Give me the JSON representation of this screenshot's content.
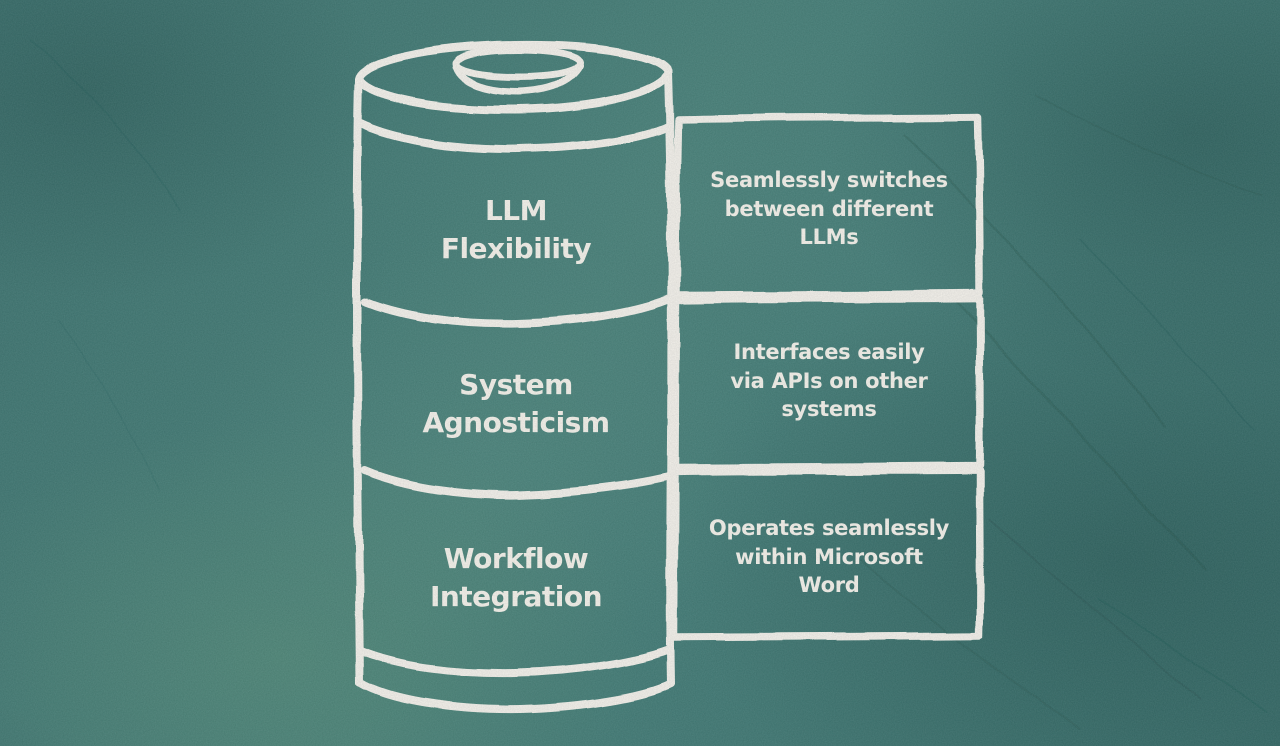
{
  "diagram": {
    "type": "segmented-cylinder-with-callout-boxes",
    "style": "hand-drawn-chalkboard",
    "colors": {
      "background": "#447d78",
      "background_dark": "#2c5a59",
      "background_light": "#579089",
      "stroke": "#f2f0ea",
      "text": "#f3f1ea"
    },
    "segments": [
      {
        "label": "LLM Flexibility",
        "label_lines": [
          "LLM",
          "Flexibility"
        ],
        "description": "Seamlessly switches between different LLMs",
        "description_lines": [
          "Seamlessly switches",
          "between different",
          "LLMs"
        ]
      },
      {
        "label": "System Agnosticism",
        "label_lines": [
          "System",
          "Agnosticism"
        ],
        "description": "Interfaces easily via APIs on other systems",
        "description_lines": [
          "Interfaces easily",
          "via APIs on other",
          "systems"
        ]
      },
      {
        "label": "Workflow Integration",
        "label_lines": [
          "Workflow",
          "Integration"
        ],
        "description": "Operates seamlessly within Microsoft Word",
        "description_lines": [
          "Operates seamlessly",
          "within Microsoft",
          "Word"
        ]
      }
    ]
  }
}
